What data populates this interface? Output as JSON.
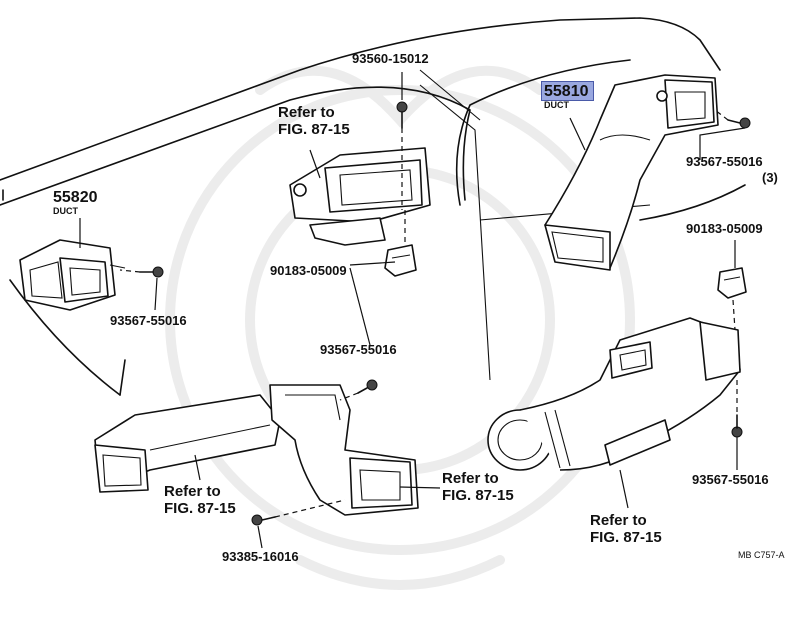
{
  "labels": {
    "screw_top": "93560-15012",
    "refer_1": "Refer to",
    "refer_1b": "FIG. 87-15",
    "duct_55810_num": "55810",
    "duct_55810_name": "DUCT",
    "screw_right_top": "93567-55016",
    "screw_right_top_qty": "(3)",
    "duct_55820_num": "55820",
    "duct_55820_name": "DUCT",
    "clip_center": "90183-05009",
    "clip_right": "90183-05009",
    "screw_left": "93567-55016",
    "screw_center": "93567-55016",
    "screw_right_bottom": "93567-55016",
    "refer_2": "Refer to",
    "refer_2b": "FIG. 87-15",
    "refer_3": "Refer to",
    "refer_3b": "FIG. 87-15",
    "refer_4": "Refer to",
    "refer_4b": "FIG. 87-15",
    "screw_bottom": "93385-16016",
    "figure_code": "MB  C757-A"
  },
  "colors": {
    "highlight_fill": "#9aa8e0",
    "highlight_border": "#4a5aa8",
    "ink": "#111111"
  }
}
